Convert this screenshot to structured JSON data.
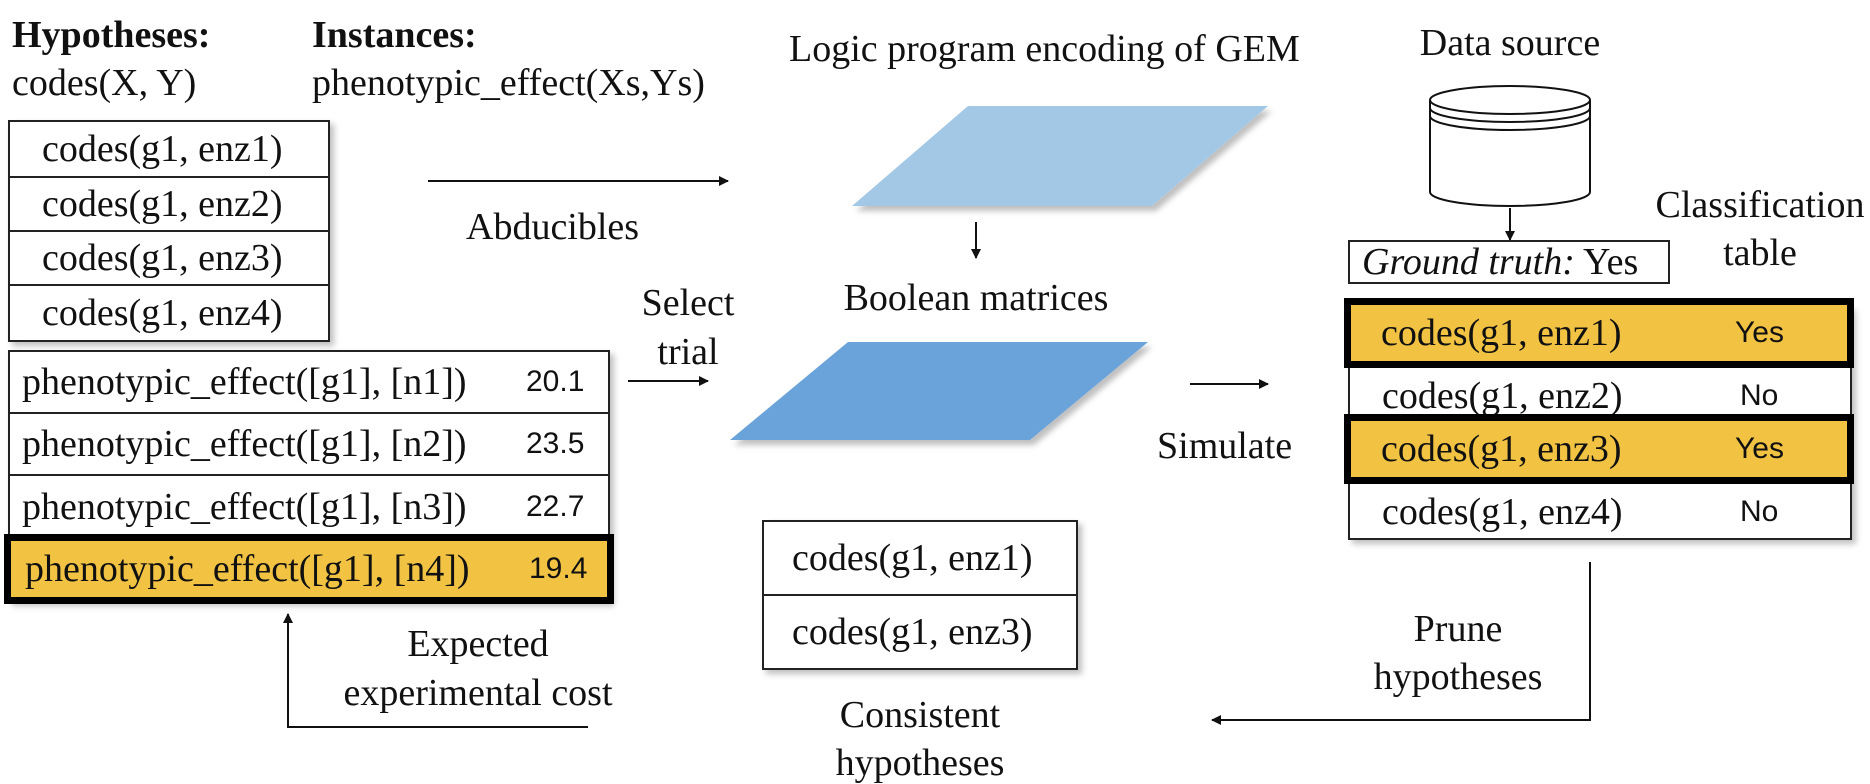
{
  "colors": {
    "highlight": "#f2c343",
    "light_blue": "#a3c8e6",
    "mid_blue": "#6aa3da",
    "line": "#111111"
  },
  "hypotheses": {
    "heading": "Hypotheses:",
    "form": "codes(X, Y)",
    "items": [
      "codes(g1, enz1)",
      "codes(g1, enz2)",
      "codes(g1, enz3)",
      "codes(g1, enz4)"
    ]
  },
  "instances": {
    "heading": "Instances:",
    "form": "phenotypic_effect(Xs,Ys)",
    "items": [
      {
        "label": "phenotypic_effect([g1], [n1])",
        "cost": "20.1"
      },
      {
        "label": "phenotypic_effect([g1], [n2])",
        "cost": "23.5"
      },
      {
        "label": "phenotypic_effect([g1], [n3])",
        "cost": "22.7"
      },
      {
        "label": "phenotypic_effect([g1], [n4])",
        "cost": "19.4"
      }
    ]
  },
  "labels": {
    "abducibles": "Abducibles",
    "select_line1": "Select",
    "select_line2": "trial",
    "expected_line1": "Expected",
    "expected_line2": "experimental cost",
    "logic_program": "Logic program encoding of GEM",
    "boolean": "Boolean matrices",
    "simulate": "Simulate",
    "data_source": "Data source",
    "classification_line1": "Classification",
    "classification_line2": "table",
    "prune_line1": "Prune",
    "prune_line2": "hypotheses",
    "consistent_line1": "Consistent",
    "consistent_line2": "hypotheses"
  },
  "ground_truth": {
    "label": "Ground truth:",
    "value": "Yes"
  },
  "classification": [
    {
      "hyp": "codes(g1, enz1)",
      "value": "Yes"
    },
    {
      "hyp": "codes(g1, enz2)",
      "value": "No"
    },
    {
      "hyp": "codes(g1, enz3)",
      "value": "Yes"
    },
    {
      "hyp": "codes(g1, enz4)",
      "value": "No"
    }
  ],
  "consistent": [
    "codes(g1, enz1)",
    "codes(g1, enz3)"
  ]
}
